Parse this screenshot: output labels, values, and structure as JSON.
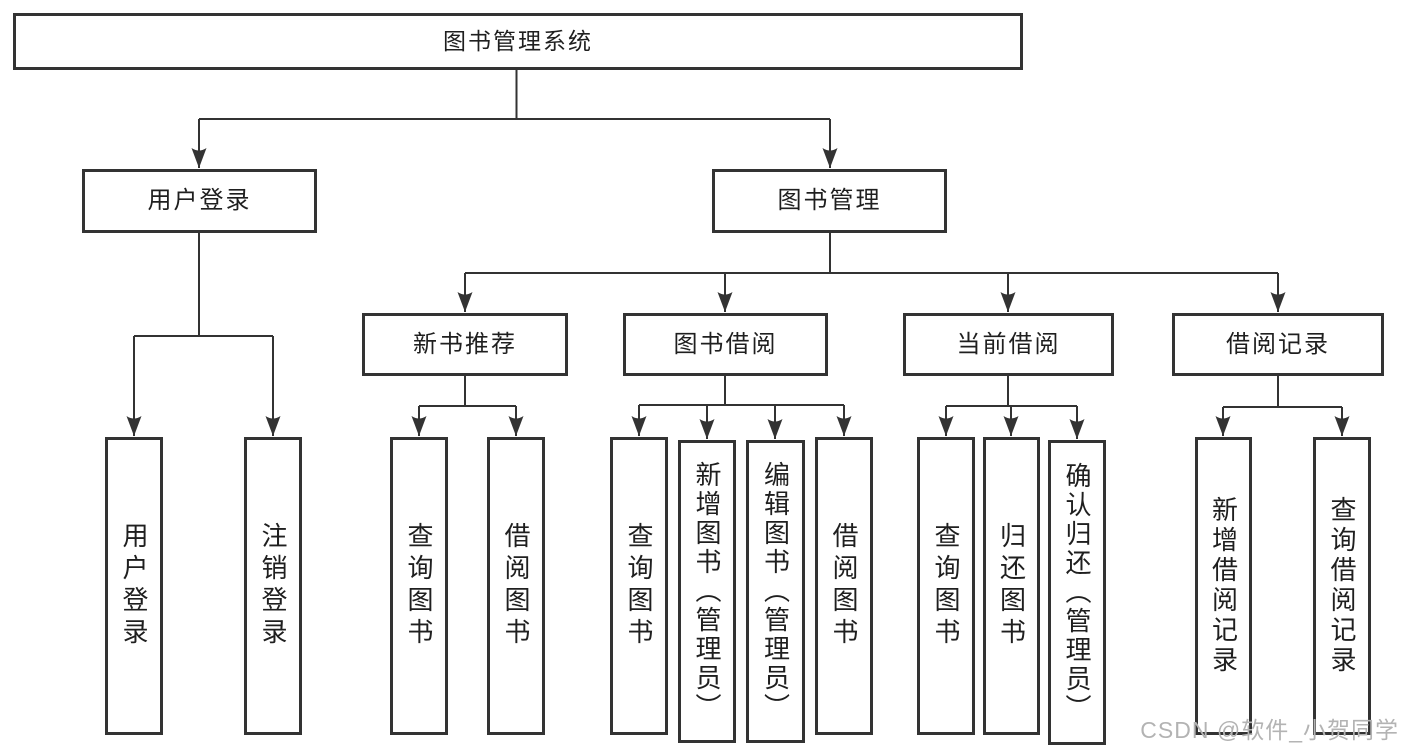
{
  "diagram": {
    "root": "图书管理系统",
    "level2": [
      "用户登录",
      "图书管理"
    ],
    "level3": [
      "新书推荐",
      "图书借阅",
      "当前借阅",
      "借阅记录"
    ],
    "leaves": {
      "user_login_group": [
        "用户登录",
        "注销登录"
      ],
      "new_book_group": [
        "查询图书",
        "借阅图书"
      ],
      "book_borrow_group": [
        "查询图书",
        "新增图书（管理员）",
        "编辑图书（管理员）",
        "借阅图书"
      ],
      "current_borrow_group": [
        "查询图书",
        "归还图书",
        "确认归还（管理员）"
      ],
      "borrow_record_group": [
        "新增借阅记录",
        "查询借阅记录"
      ]
    }
  },
  "watermark": "CSDN @软件_小贺同学",
  "colors": {
    "line": "#333333",
    "border": "#333333",
    "text": "#1f1f1f",
    "background": "#ffffff",
    "watermark": "#b3b3b3"
  }
}
